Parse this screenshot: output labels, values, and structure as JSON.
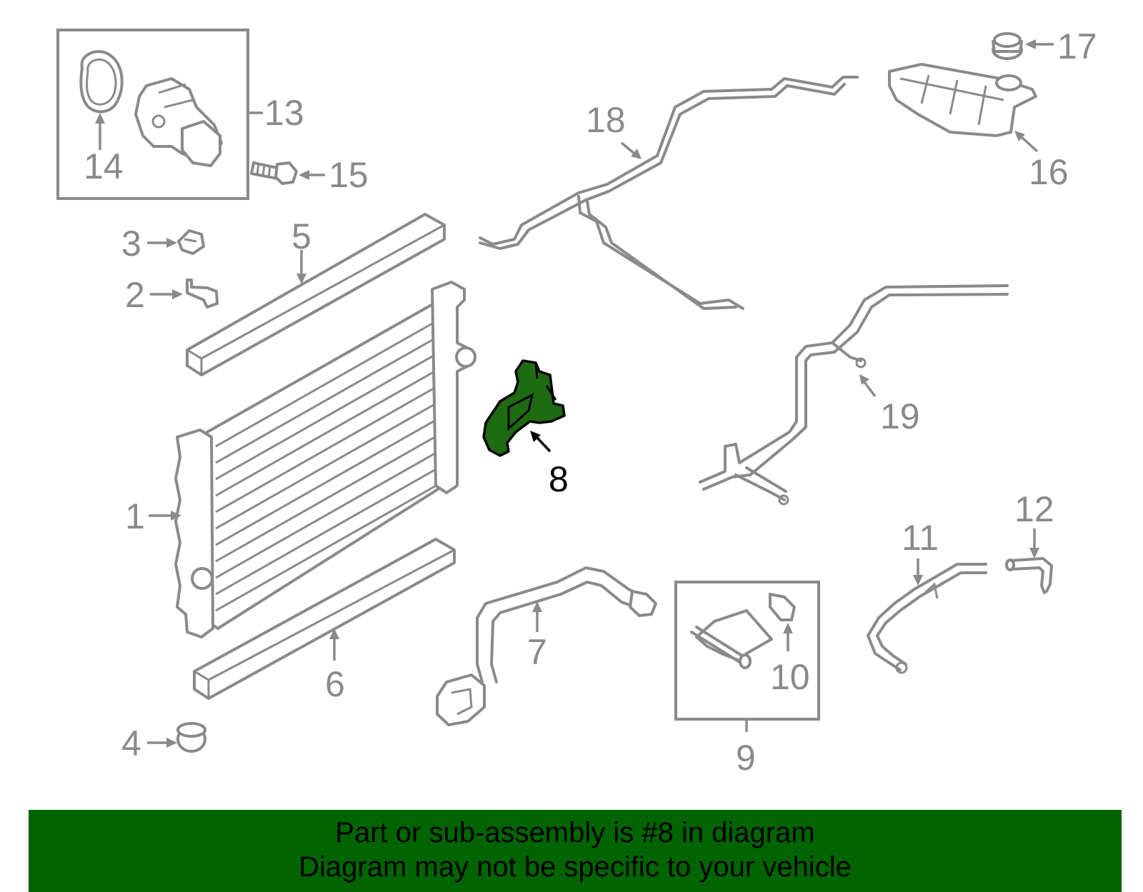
{
  "diagram": {
    "highlighted_part": "8",
    "callouts": {
      "c1": "1",
      "c2": "2",
      "c3": "3",
      "c4": "4",
      "c5": "5",
      "c6": "6",
      "c7": "7",
      "c8": "8",
      "c9": "9",
      "c10": "10",
      "c11": "11",
      "c12": "12",
      "c13": "13",
      "c14": "14",
      "c15": "15",
      "c16": "16",
      "c17": "17",
      "c18": "18",
      "c19": "19"
    },
    "colors": {
      "line": "#8a8a8a",
      "highlight": "#1e6b12",
      "banner": "#006400"
    }
  },
  "banner": {
    "line1": "Part or sub-assembly is #8 in diagram",
    "line2": "Diagram may not be specific to your vehicle"
  }
}
